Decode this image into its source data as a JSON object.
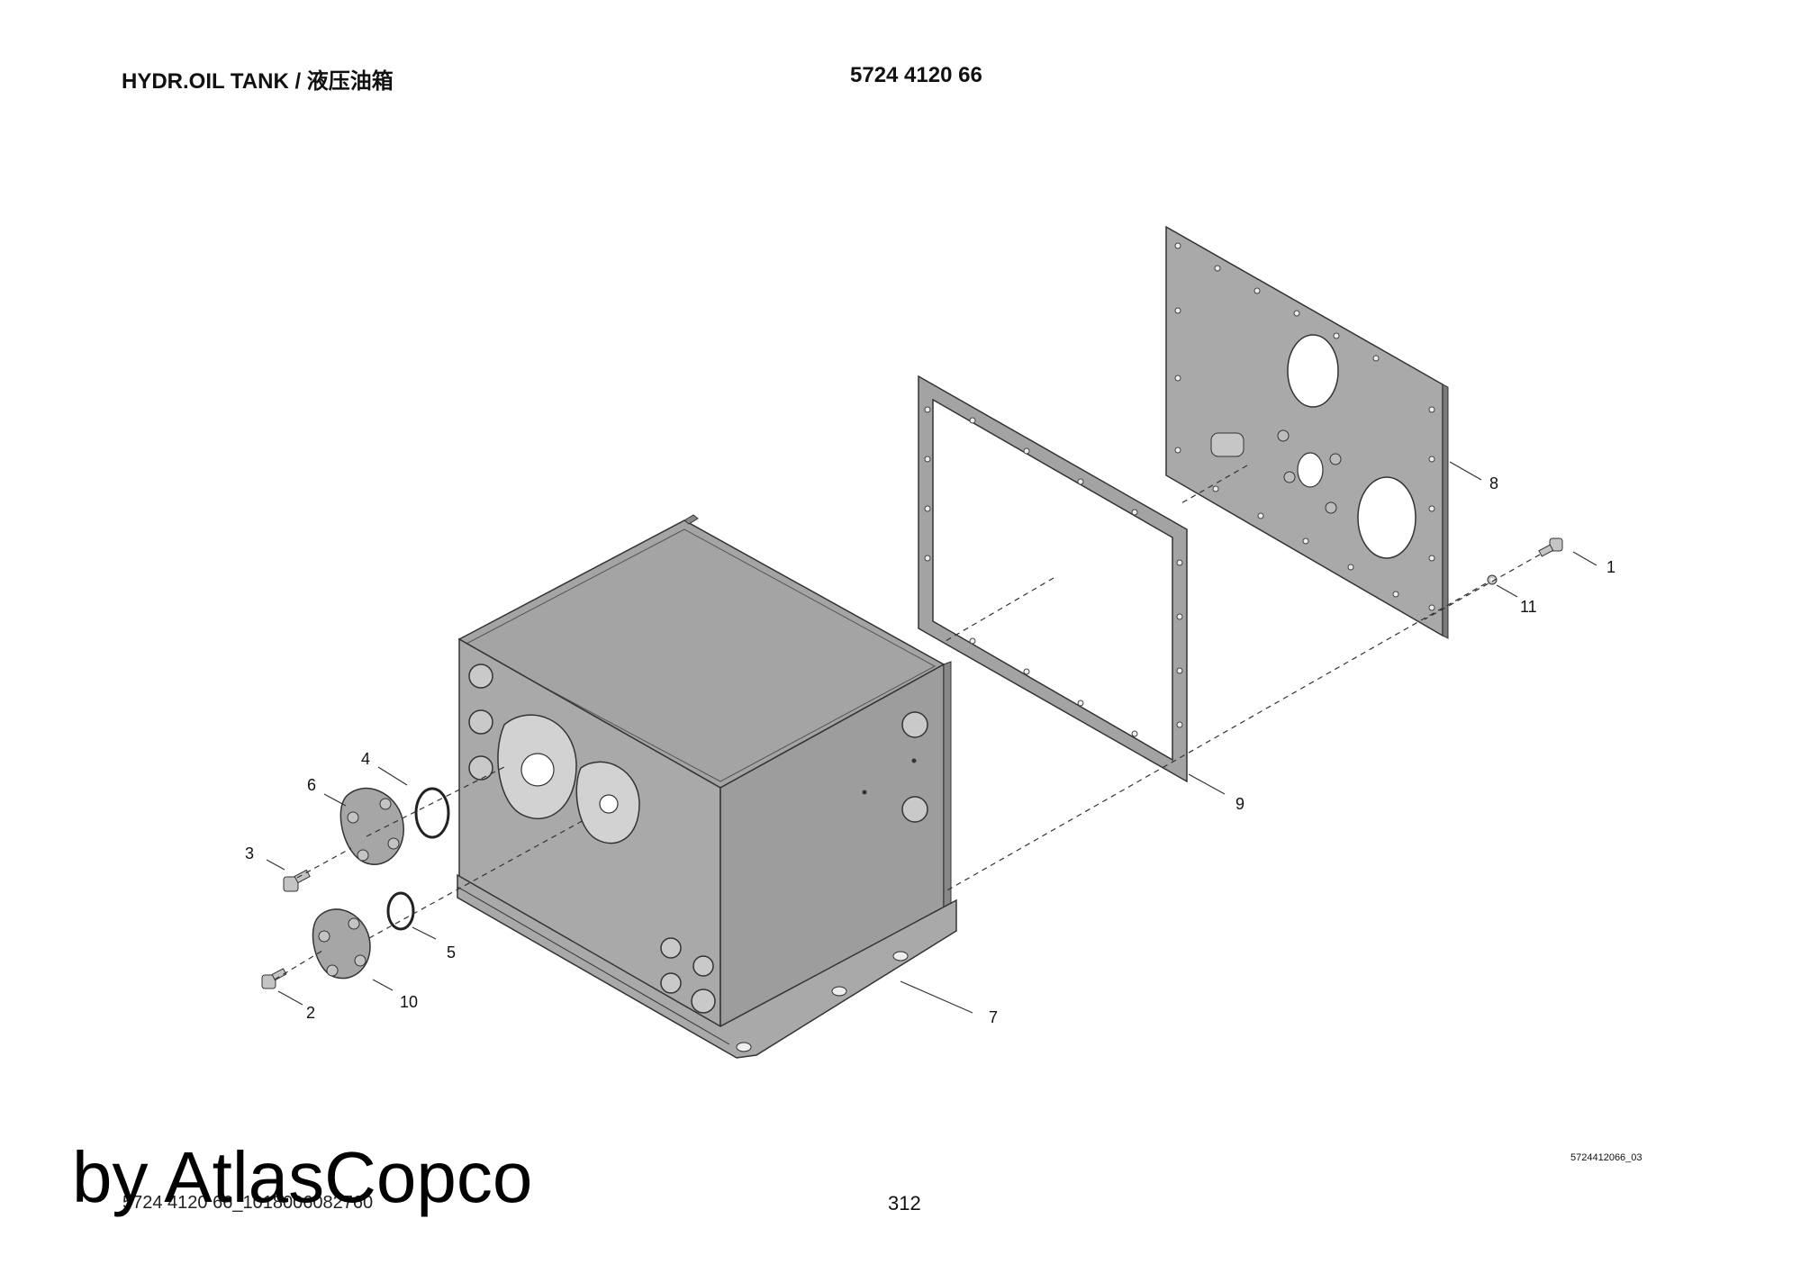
{
  "header": {
    "title": "HYDR.OIL TANK / 液压油箱",
    "part_number": "5724 4120 66"
  },
  "callouts": [
    "1",
    "2",
    "3",
    "4",
    "5",
    "6",
    "7",
    "8",
    "9",
    "10",
    "11"
  ],
  "drawing_id": "5724412066_03",
  "footer": {
    "doc_ref": "5724 4120 66_1018006082760",
    "page_number": "312"
  },
  "watermark": "by AtlasCopco",
  "colors": {
    "part_fill": "#a7a7a7",
    "part_dark": "#8e8e8e",
    "part_light": "#c6c6c6",
    "line": "#222222"
  }
}
